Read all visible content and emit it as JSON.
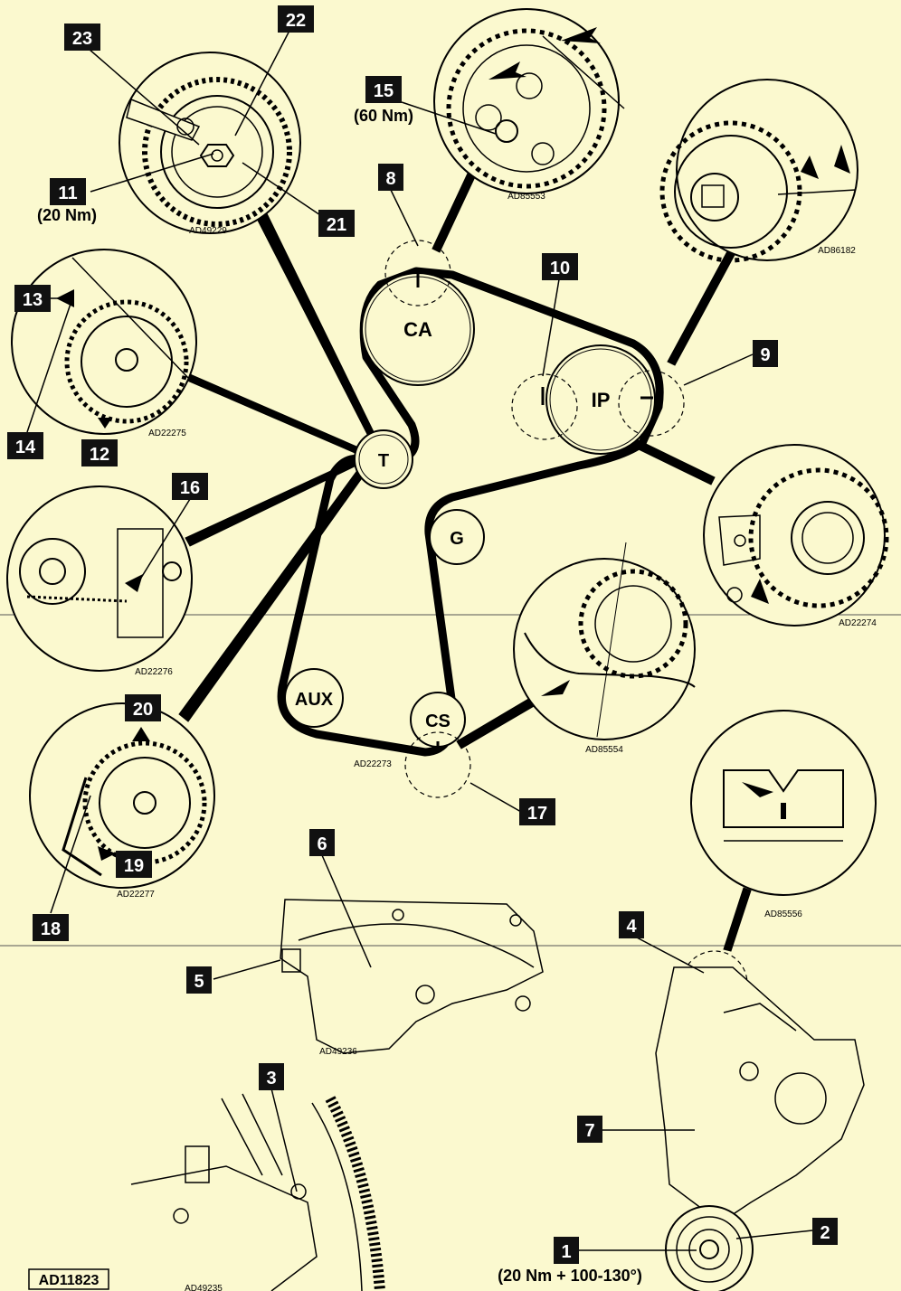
{
  "diagram_id": "AD11823",
  "callouts": [
    "1",
    "2",
    "3",
    "4",
    "5",
    "6",
    "7",
    "8",
    "9",
    "10",
    "11",
    "12",
    "13",
    "14",
    "15",
    "16",
    "17",
    "18",
    "19",
    "20",
    "21",
    "22",
    "23"
  ],
  "torques": {
    "bolt_15": "(60 Nm)",
    "bolt_11": "(20 Nm)",
    "bolt_1": "(20 Nm + 100-130°)"
  },
  "pulleys": {
    "camshaft": "CA",
    "injection_pump": "IP",
    "tensioner": "T",
    "guide": "G",
    "auxiliary": "AUX",
    "crankshaft": "CS"
  },
  "detail_refs": {
    "tensioner_top": "AD49229",
    "cam_sprocket": "AD85553",
    "pump_sprocket": "AD86182",
    "tensioner_left": "AD22275",
    "pump_rear": "AD22274",
    "tensioner_pin": "AD22276",
    "crank_sprocket": "AD85554",
    "belt_layout": "AD22273",
    "tensioner_bottom": "AD22277",
    "cover_mark": "AD85556",
    "engine_side": "AD49236",
    "flywheel": "AD49235"
  }
}
